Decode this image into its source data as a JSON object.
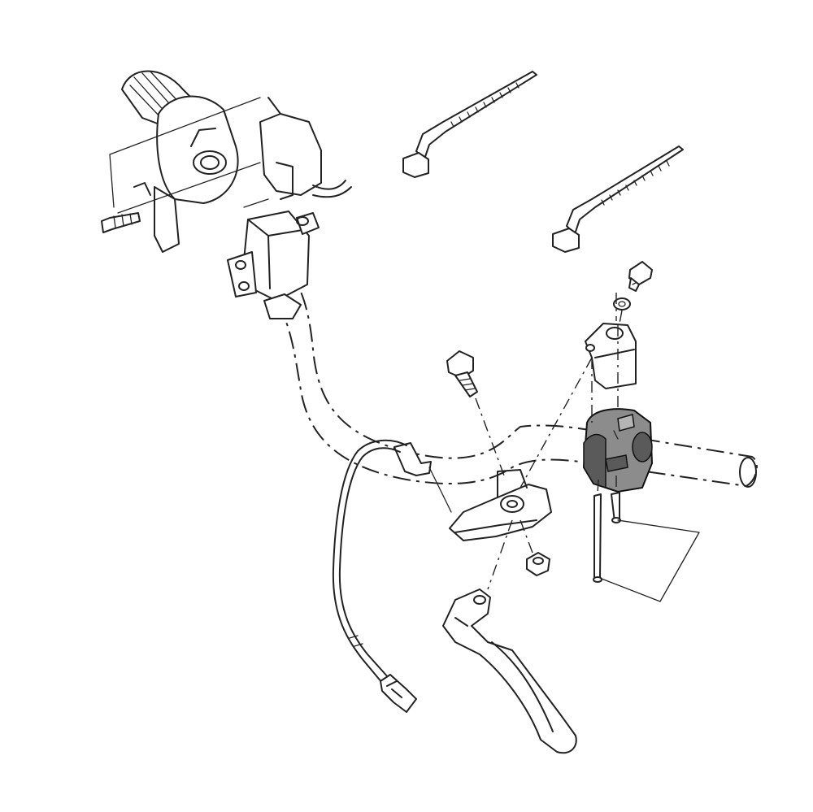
{
  "diagram": {
    "background": "#ffffff",
    "line_color": "#222222",
    "highlight_color": "#8c8c8c",
    "parts": [
      "grip-housing",
      "master-cylinder",
      "handlebar",
      "cable-tie",
      "cable-tie",
      "clamp-bolt",
      "washer",
      "clamp-bracket",
      "switch-housing",
      "switch-screws",
      "pivot-bolt",
      "lever-bracket",
      "pivot-nut",
      "clutch-lever",
      "switch-cable",
      "connector"
    ]
  }
}
